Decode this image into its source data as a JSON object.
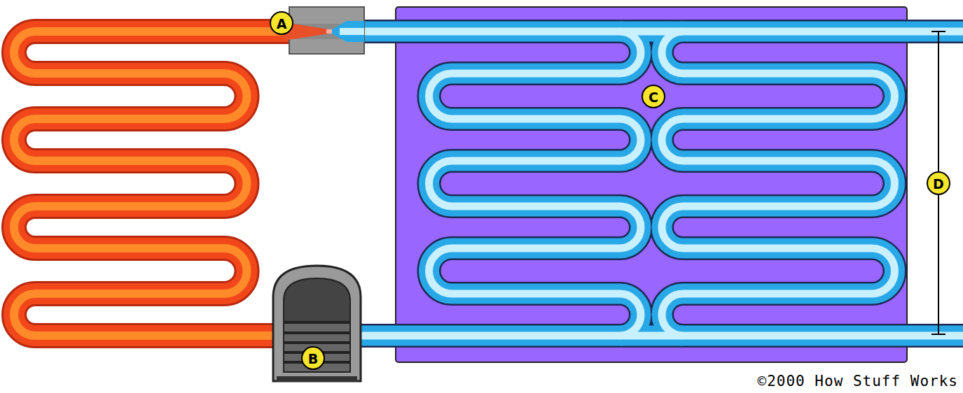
{
  "diagram": {
    "labels": [
      "A",
      "B",
      "C",
      "D",
      "©2000 How Stuff Works"
    ]
  }
}
